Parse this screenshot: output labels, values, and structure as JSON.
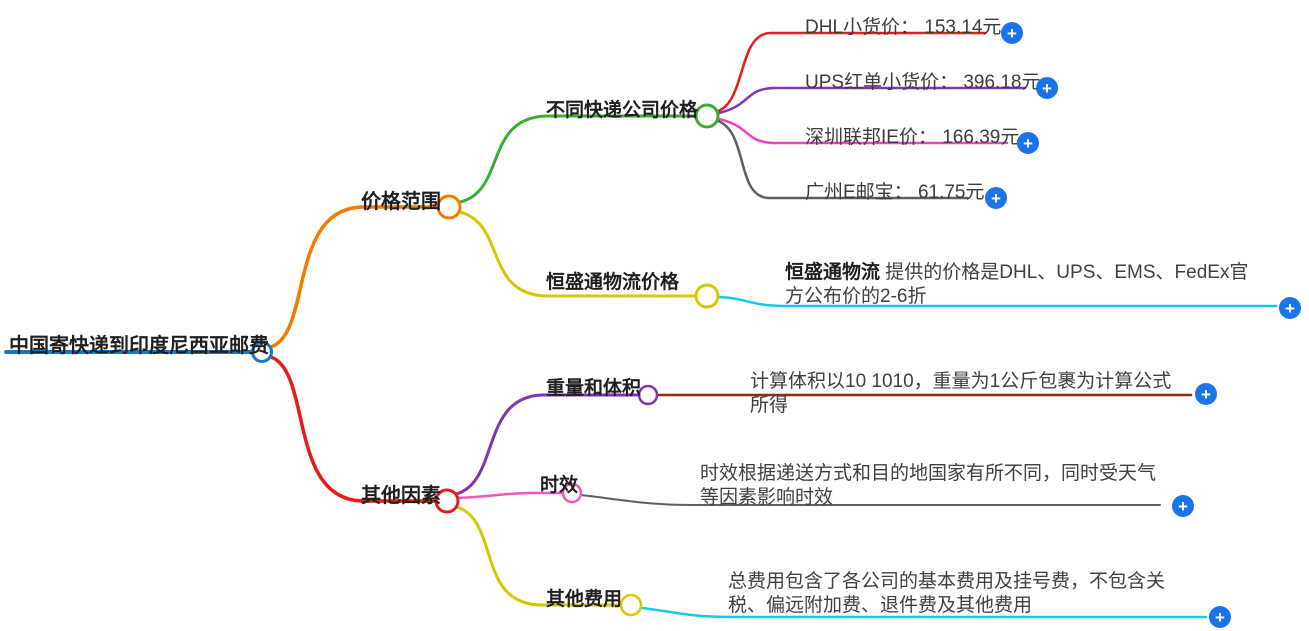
{
  "colors": {
    "blue": "#1778c8",
    "orange": "#f57b00",
    "green": "#3aae2f",
    "red": "#e51c1c",
    "purple": "#7d35b2",
    "magenta": "#ef42c2",
    "gray": "#5f5f5f",
    "yellow": "#d3c900",
    "cyan": "#17c9e8",
    "darkred": "#8c2a18",
    "pink": "#ee58b8",
    "plus_blue": "#1a73e8",
    "node_fill": "#ffffff"
  },
  "icons": {
    "plus": "+"
  },
  "root": {
    "label": "中国寄快递到印度尼西亚邮费"
  },
  "price_range": {
    "label": "价格范围",
    "company_prices": {
      "label": "不同快递公司价格",
      "items": [
        {
          "label": "DHL小货价： 153.14元"
        },
        {
          "label": "UPS红单小货价： 396.18元"
        },
        {
          "label": "深圳联邦IE价： 166.39元"
        },
        {
          "label": "广州E邮宝： 61.75元"
        }
      ]
    },
    "hst_price": {
      "label": "恒盛通物流价格",
      "desc_bold": "恒盛通物流",
      "desc_rest": " 提供的价格是DHL、UPS、EMS、FedEx官方公布价的2-6折"
    }
  },
  "other_factors": {
    "label": "其他因素",
    "weight_volume": {
      "label": "重量和体积",
      "desc": "计算体积以10 1010，重量为1公斤包裹为计算公式所得"
    },
    "timeliness": {
      "label": "时效",
      "desc": "时效根据递送方式和目的地国家有所不同，同时受天气等因素影响时效"
    },
    "other_fees": {
      "label": "其他费用",
      "desc": "总费用包含了各公司的基本费用及挂号费，不包含关税、偏远附加费、退件费及其他费用"
    }
  }
}
